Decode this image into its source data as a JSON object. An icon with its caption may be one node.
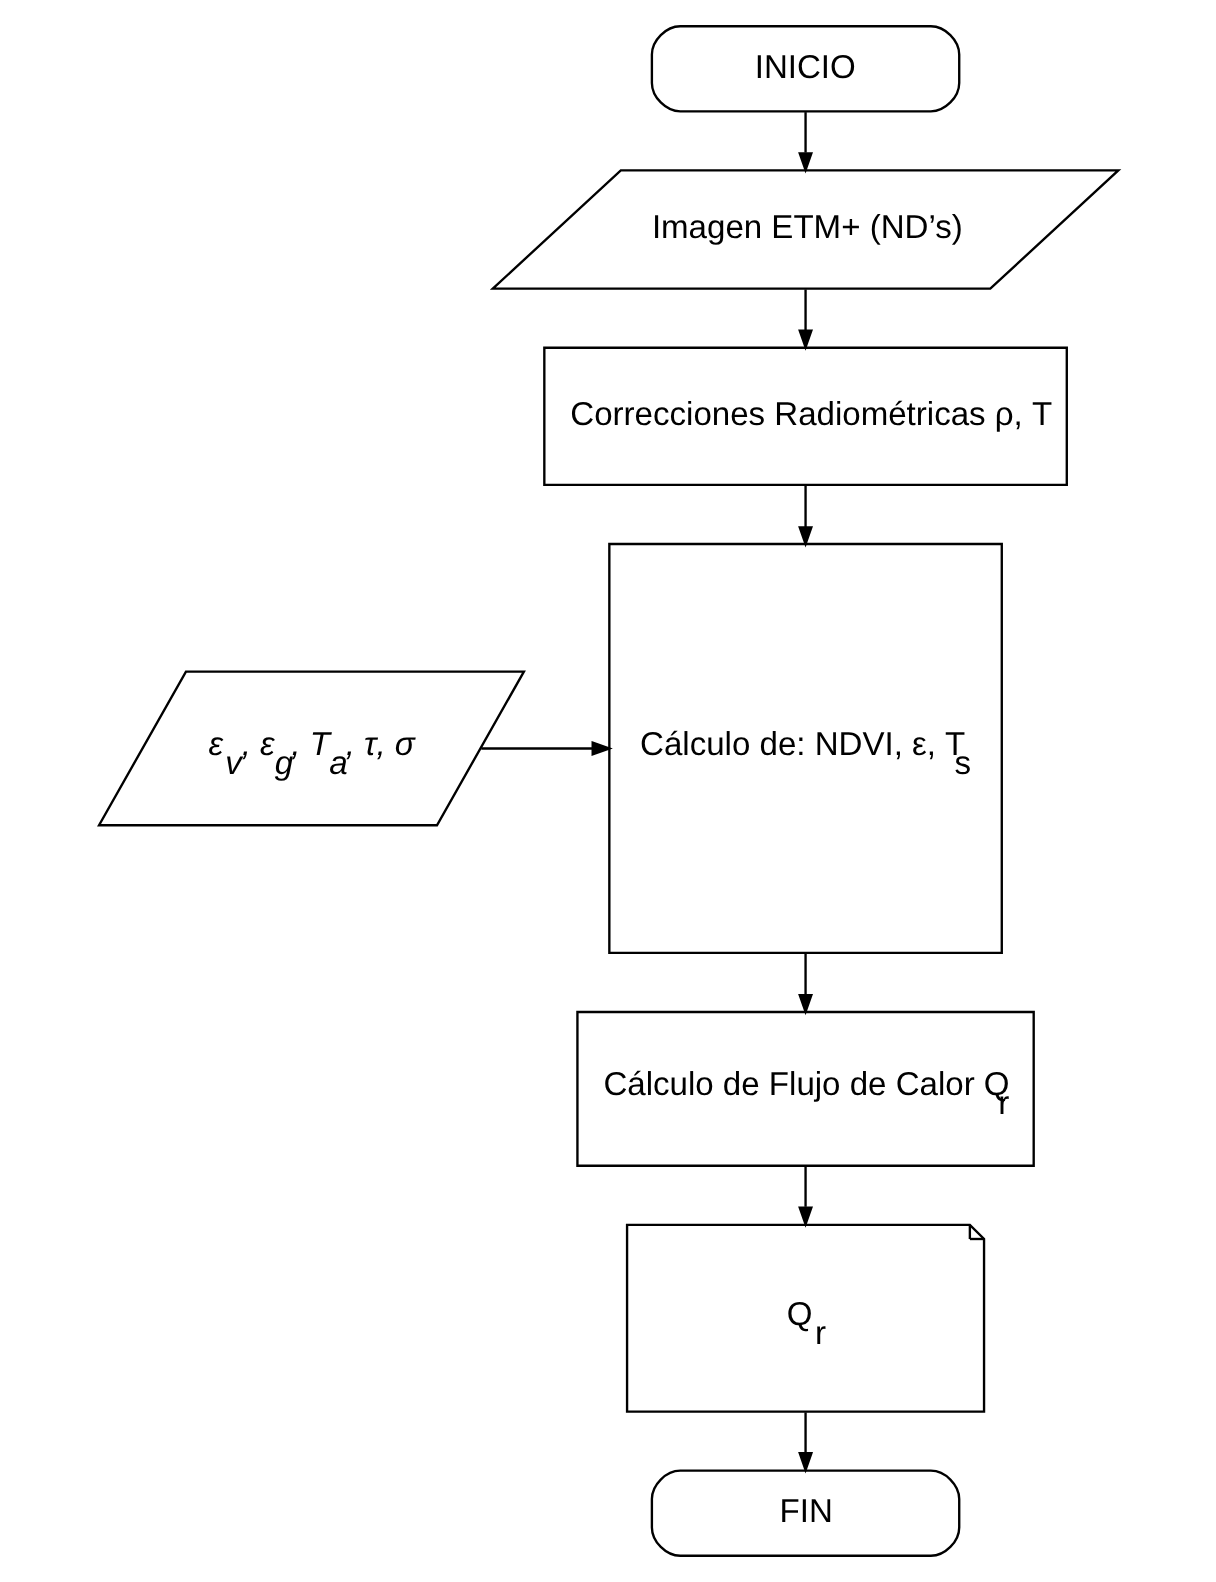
{
  "diagram": {
    "nodes": [
      {
        "text": [
          "INICIO"
        ]
      },
      {
        "text": [
          "Imagen ETM+ (ND’s)"
        ]
      },
      {
        "text": [
          "Correcciones Radiométricas ρ, T"
        ]
      },
      {
        "text": [
          "Cálculo de: NDVI, ε, T$_{s}$"
        ]
      },
      {
        "text": [
          "ε$_{v}$, ε$_{g}$, T$_{a}$, τ, σ"
        ]
      },
      {
        "text": [
          "Cálculo de Flujo de Calor Q$_{r}$"
        ]
      },
      {
        "text": [
          "Q$_{r}$"
        ]
      },
      {
        "text": [
          "FIN"
        ]
      }
    ],
    "edges": [
      {
        "from": 0,
        "to": 1,
        "arrow": "to"
      },
      {
        "from": 1,
        "to": 2,
        "arrow": "to"
      },
      {
        "from": 2,
        "to": 3,
        "arrow": "to"
      },
      {
        "from": 4,
        "to": 3,
        "arrow": "to"
      },
      {
        "from": 3,
        "to": 5,
        "arrow": "to"
      },
      {
        "from": 5,
        "to": 6,
        "arrow": "to"
      },
      {
        "from": 6,
        "to": 7,
        "arrow": "to"
      }
    ]
  }
}
